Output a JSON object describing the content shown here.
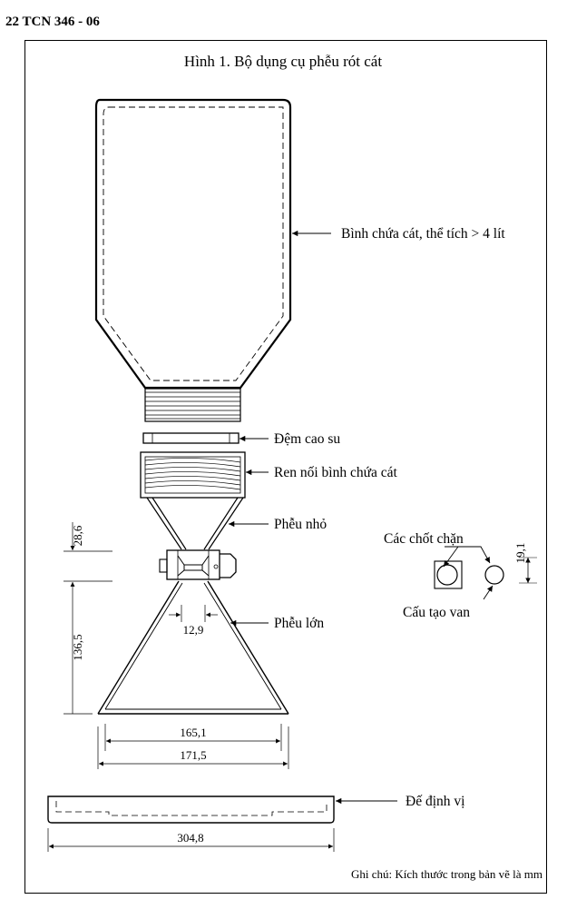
{
  "header": "22 TCN 346 - 06",
  "title": "Hình 1. Bộ dụng cụ phễu rót cát",
  "labels": {
    "bottle": "Bình chứa cát, thể tích > 4 lít",
    "gasket": "Đệm cao su",
    "connector": "Ren nối bình chứa cát",
    "small_funnel": "Phễu nhỏ",
    "stop_pins": "Các chốt chặn",
    "valve": "Cấu tạo van",
    "large_funnel": "Phễu lớn",
    "base": "Đế định vị"
  },
  "dimensions": {
    "d_small_funnel_h": "28,6",
    "d_large_funnel_h": "136,5",
    "d_valve_w": "12,9",
    "d_inner_w": "165,1",
    "d_outer_w": "171,5",
    "d_base_w": "304,8",
    "d_valve_d": "19,1"
  },
  "note": "Ghi chú: Kích thước trong bản vẽ là mm"
}
